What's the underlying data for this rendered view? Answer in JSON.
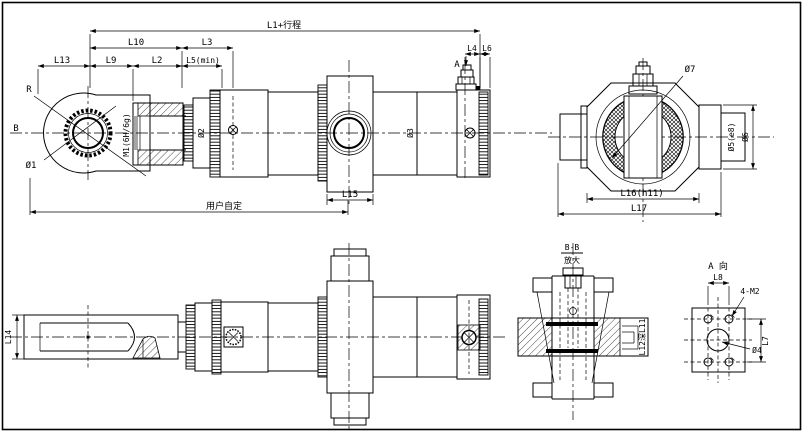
{
  "main_view": {
    "dims": {
      "l1_stroke": "L1+行程",
      "l10": "L10",
      "l3": "L3",
      "l13": "L13",
      "l9": "L9",
      "l2": "L2",
      "l5": "L5(min)",
      "l4": "L4",
      "l6": "L6",
      "l15": "L15",
      "user_defined": "用户自定"
    },
    "labels": {
      "r": "R",
      "b": "B",
      "d1": "Ø1",
      "m1": "M1(6H/6g)",
      "d2": "Ø2",
      "d3": "Ø3",
      "a_arrow": "A"
    }
  },
  "end_view": {
    "dims": {
      "d7": "Ø7",
      "d5": "Ø5(e8)",
      "d6": "Ø6",
      "l16": "L16(h11)",
      "l17": "L17"
    }
  },
  "plan_view": {
    "dims": {
      "l14": "L14"
    }
  },
  "section_bb": {
    "title": "B-B",
    "subtitle": "放大",
    "dim": "L12深L11"
  },
  "view_a": {
    "title": "A 向",
    "dims": {
      "l8": "L8",
      "l7": "L7",
      "m2": "4-M2",
      "d4": "Ø4"
    }
  }
}
